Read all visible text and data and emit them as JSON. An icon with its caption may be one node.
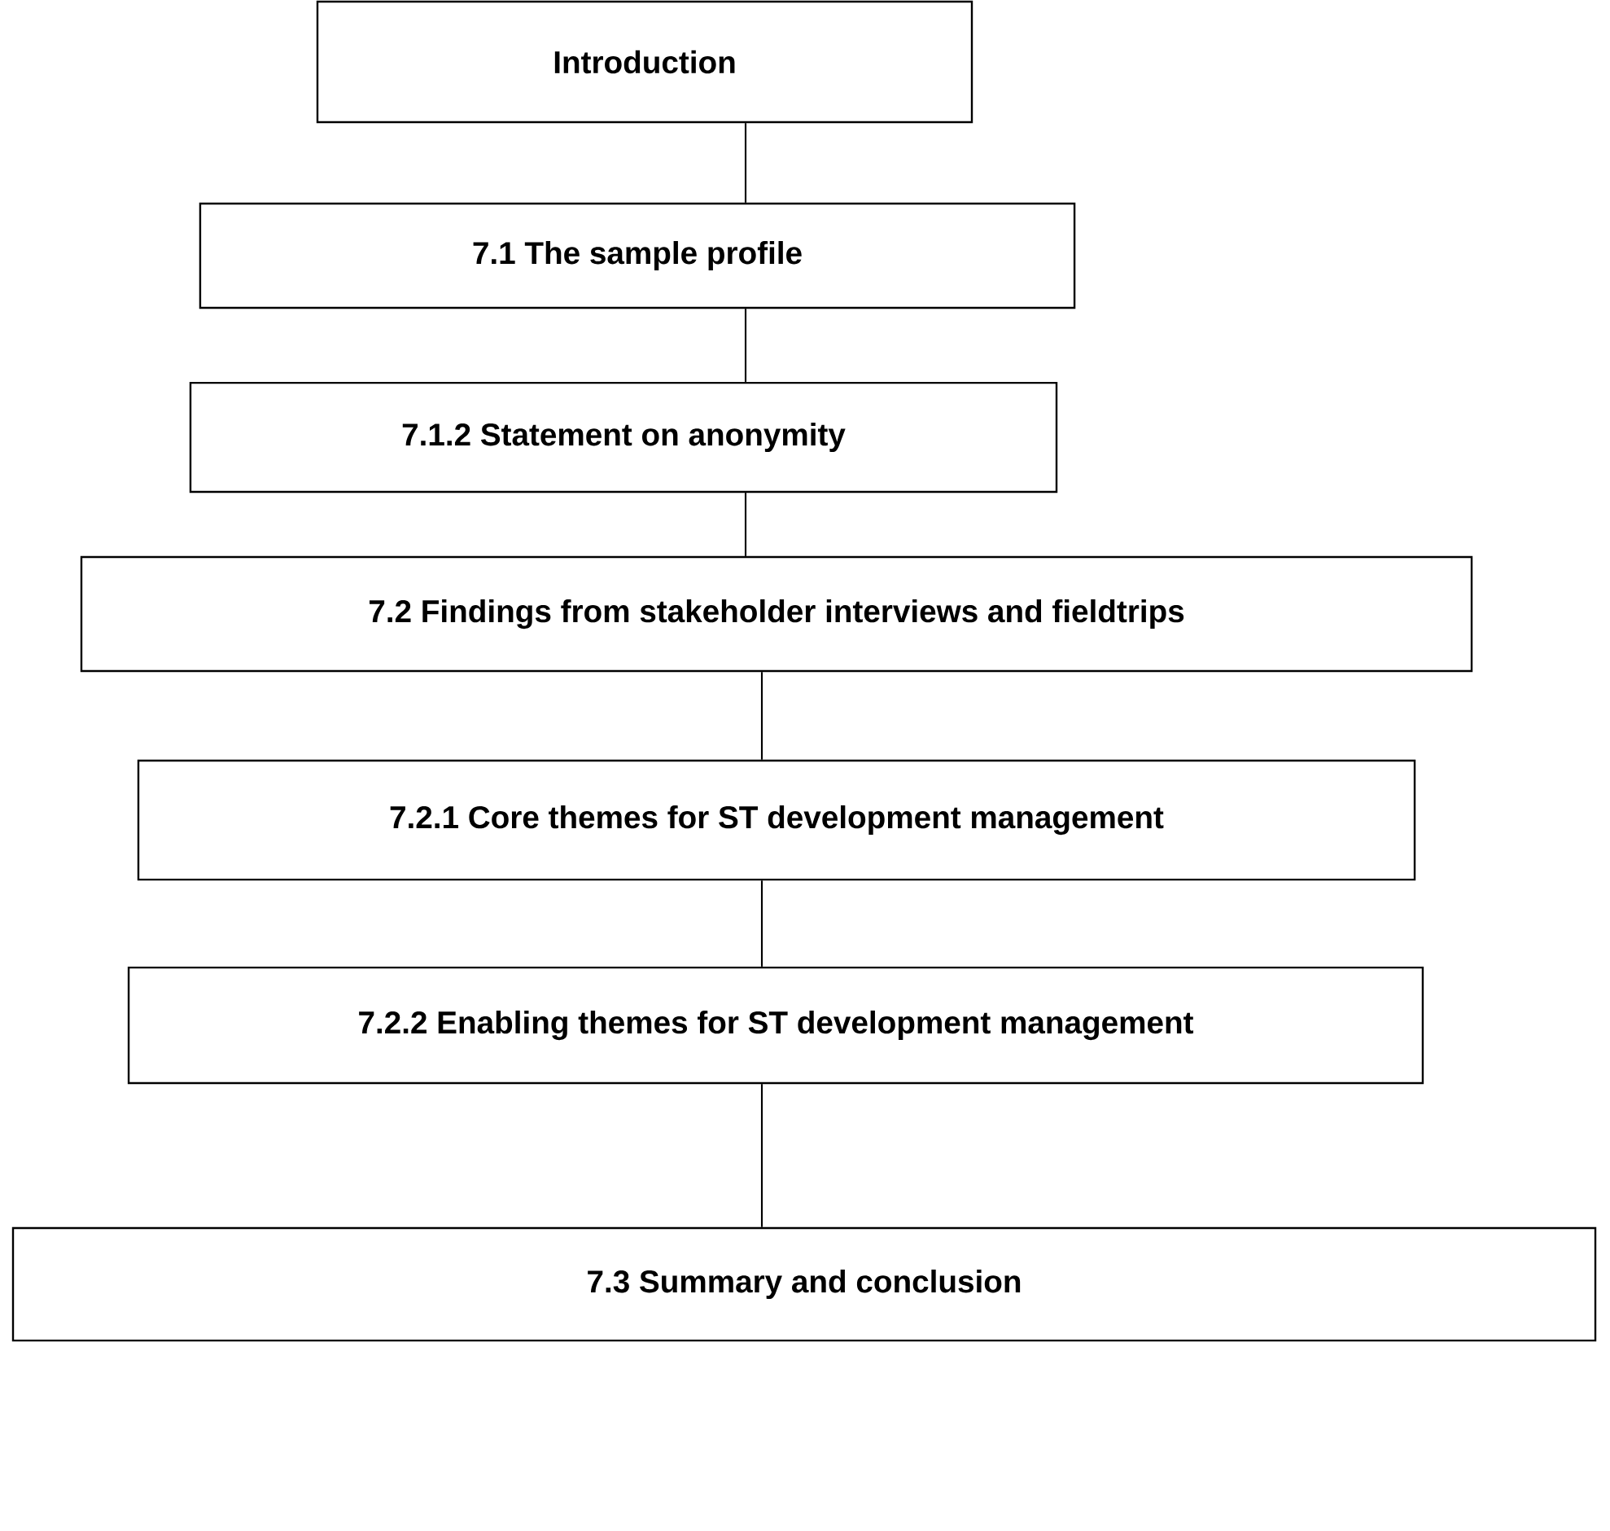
{
  "diagram": {
    "nodes": [
      {
        "text": [
          "Introduction"
        ]
      },
      {
        "text": [
          "7.1 The sample profile"
        ]
      },
      {
        "text": [
          "7.1.2 Statement on anonymity"
        ]
      },
      {
        "text": [
          "7.2 Findings from stakeholder interviews and fieldtrips"
        ]
      },
      {
        "text": [
          "7.2.1 Core themes for ST development management"
        ]
      },
      {
        "text": [
          "7.2.2 Enabling themes for ST development management"
        ]
      },
      {
        "text": [
          "7.3 Summary and conclusion"
        ]
      }
    ],
    "edges": [
      {
        "from": 0,
        "to": 1,
        "arrow": "none"
      },
      {
        "from": 1,
        "to": 2,
        "arrow": "none"
      },
      {
        "from": 2,
        "to": 3,
        "arrow": "none"
      },
      {
        "from": 3,
        "to": 4,
        "arrow": "none"
      },
      {
        "from": 4,
        "to": 5,
        "arrow": "none"
      },
      {
        "from": 5,
        "to": 6,
        "arrow": "none"
      }
    ]
  }
}
